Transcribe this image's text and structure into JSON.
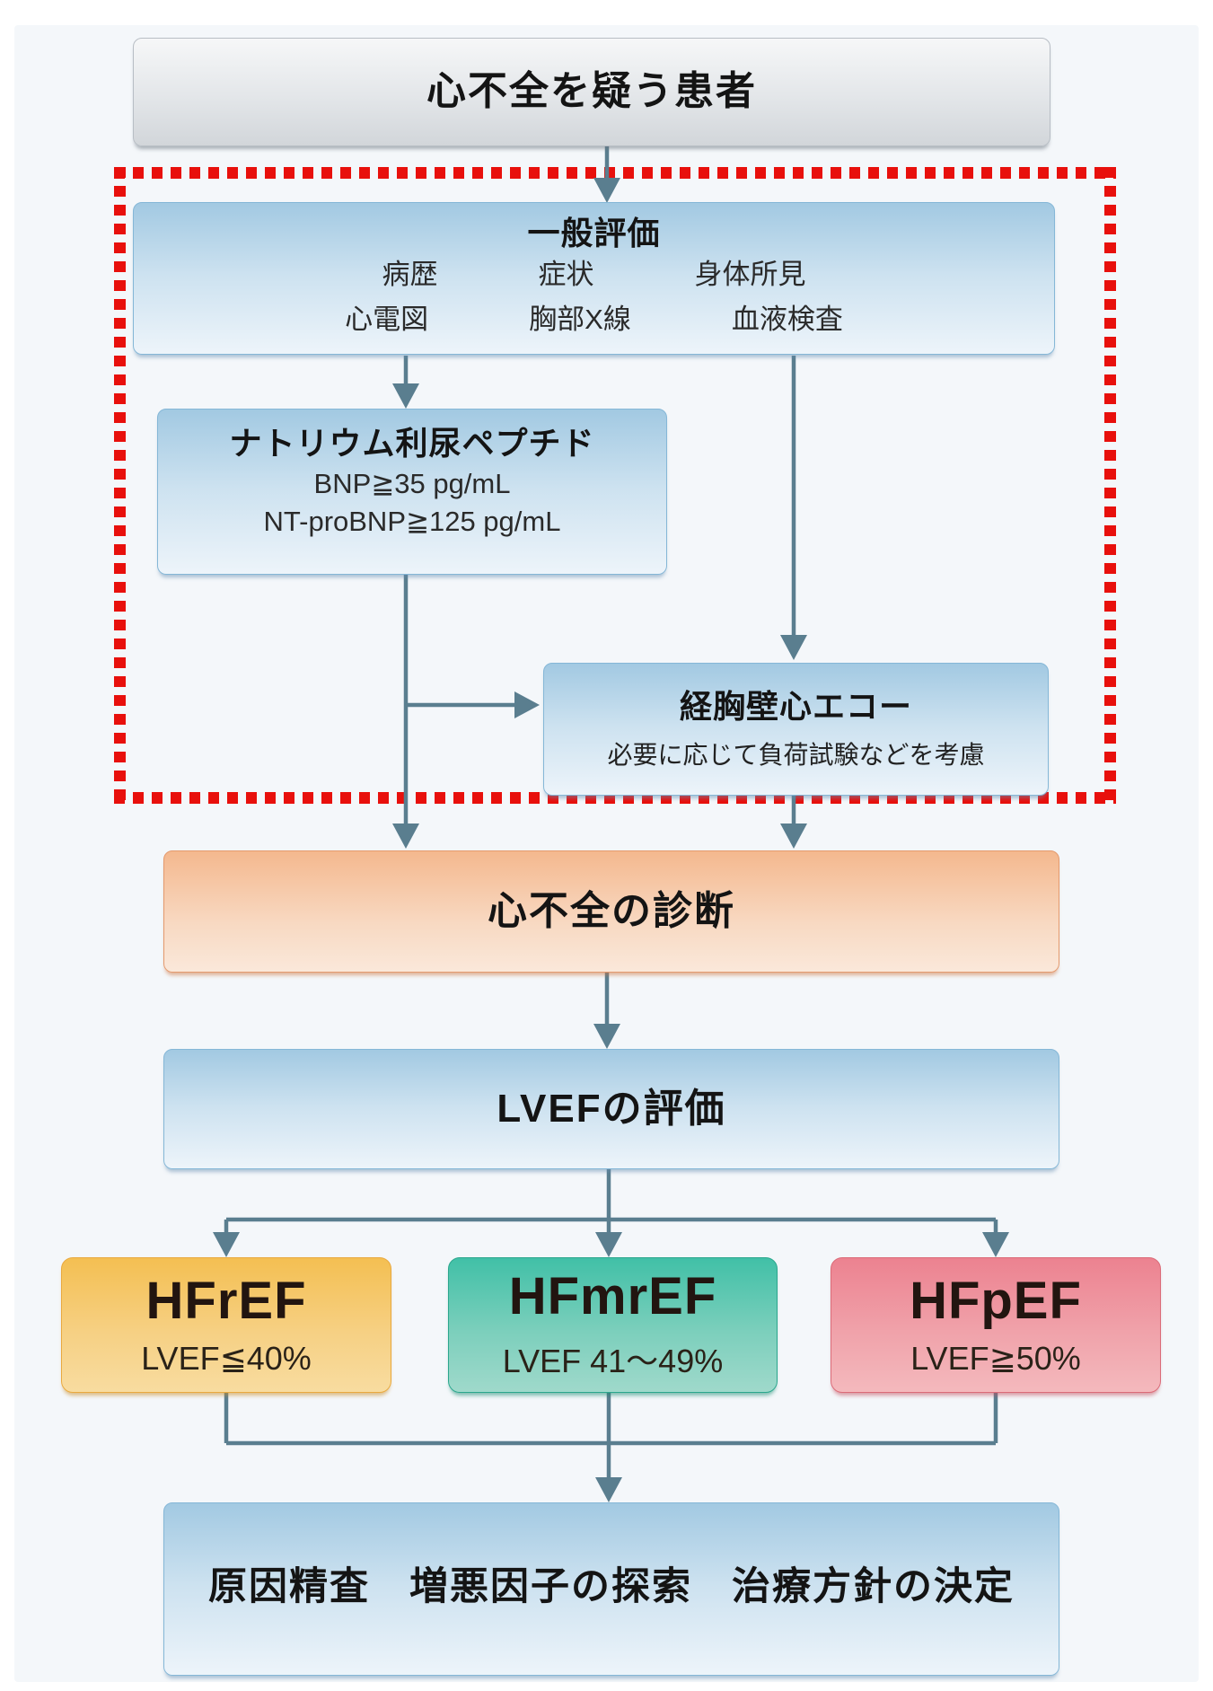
{
  "diagram": {
    "top_box": {
      "label": "心不全を疑う患者"
    },
    "screening": {
      "general": {
        "title": "一般評価",
        "row1": [
          "病歴",
          "症状",
          "身体所見"
        ],
        "row2": [
          "心電図",
          "胸部X線",
          "血液検査"
        ]
      },
      "natriuretic": {
        "title": "ナトリウム利尿ペプチド",
        "line1": "BNP≧35 pg/mL",
        "line2": "NT-proBNP≧125 pg/mL"
      },
      "echo": {
        "title": "経胸壁心エコー",
        "note": "必要に応じて負荷試験などを考慮"
      }
    },
    "diagnosis_box": {
      "label": "心不全の診断"
    },
    "lvef_box": {
      "label": "LVEFの評価"
    },
    "categories": [
      {
        "name": "HFrEF",
        "criteria": "LVEF≦40%"
      },
      {
        "name": "HFmrEF",
        "criteria": "LVEF 41〜49%"
      },
      {
        "name": "HFpEF",
        "criteria": "LVEF≧50%"
      }
    ],
    "final_box": {
      "part1": "原因精査",
      "part2": "増悪因子の探索",
      "part3": "治療方針の決定"
    },
    "colors": {
      "arrow": "#5a7e8f",
      "dashed_outline": "#e8100c",
      "blue_top": "#a2c9e2",
      "gray_top": "#f6f7f8",
      "orange_top": "#f4b88e",
      "hfref_top": "#f4bf52",
      "hfmref_top": "#41c0a7",
      "hfpef_top": "#ec8290"
    }
  }
}
